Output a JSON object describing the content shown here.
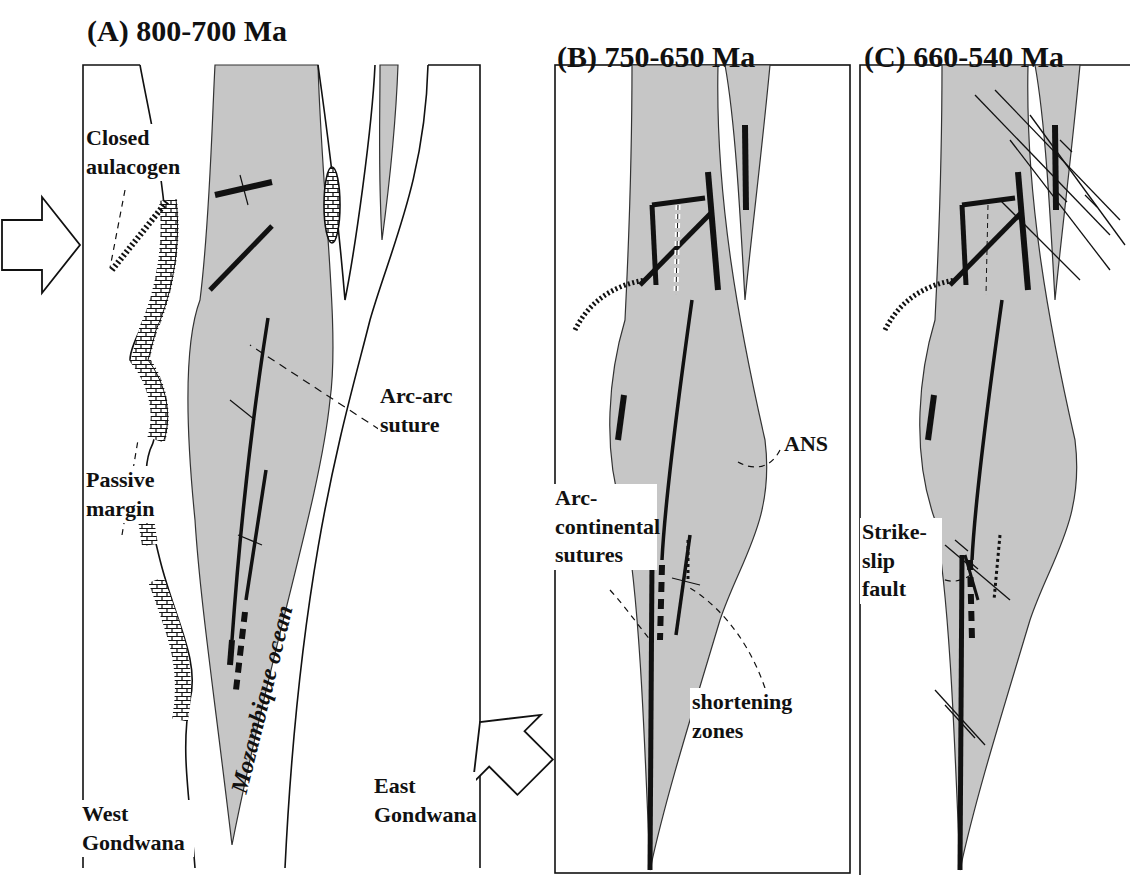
{
  "diagram": {
    "labels": [
      "(A) 800-700 Ma",
      "(B) 750-650 Ma",
      "(C) 660-540 Ma",
      "Closed aulacogen",
      "Arc-arc suture",
      "Passive margin",
      "Mozambique ocean",
      "West Gondwana",
      "East Gondwana",
      "ANS",
      "Arc-continental sutures",
      "shortening zones",
      "Strike-slip fault"
    ]
  }
}
